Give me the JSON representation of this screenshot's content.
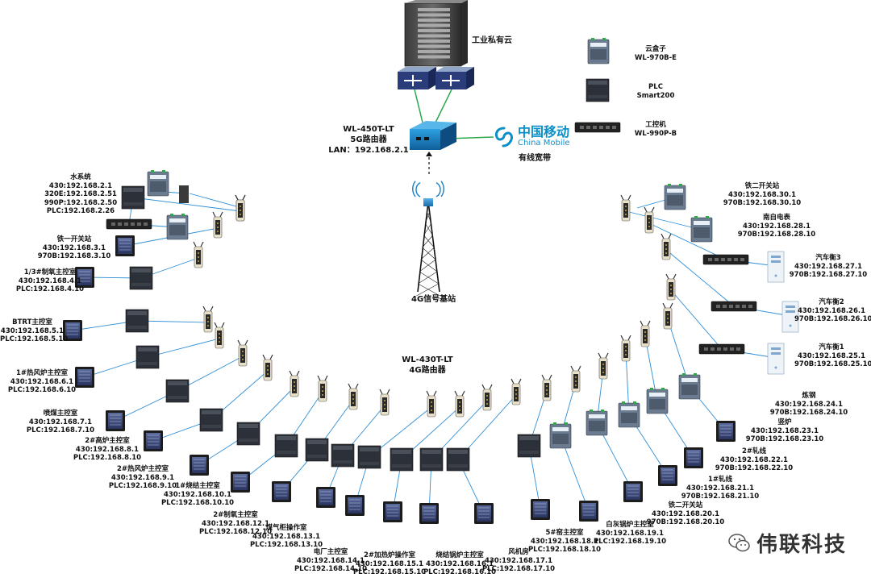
{
  "cloud": {
    "label": "工业私有云"
  },
  "router5g": {
    "lines": [
      "WL-450T-LT",
      "5G路由器",
      "LAN：192.168.2.1"
    ]
  },
  "carrier": {
    "cn": "中国移动",
    "en": "China Mobile",
    "label": "有线宽带"
  },
  "tower": {
    "label": "4G信号基站"
  },
  "router4g": {
    "lines": [
      "WL-430T-LT",
      "4G路由器"
    ]
  },
  "legend": [
    {
      "lines": [
        "云盒子",
        "WL-970B-E"
      ]
    },
    {
      "lines": [
        "PLC",
        "Smart200"
      ]
    },
    {
      "lines": [
        "工控机",
        "WL-990P-B"
      ]
    }
  ],
  "stations": [
    {
      "lines": [
        "水系统",
        "430:192.168.2.1",
        "320E:192.168.2.51",
        "990P:192.168.2.50",
        "PLC:192.168.2.26"
      ]
    },
    {
      "lines": [
        "铁一开关站",
        "430:192.168.3.1",
        "970B:192.168.3.10"
      ]
    },
    {
      "lines": [
        "1/3#制氧主控室",
        "430:192.168.4.1",
        "PLC:192.168.4.10"
      ]
    },
    {
      "lines": [
        "BTRT主控室",
        "430:192.168.5.1",
        "PLC:192.168.5.10"
      ]
    },
    {
      "lines": [
        "1#热风炉主控室",
        "430:192.168.6.1",
        "PLC:192.168.6.10"
      ]
    },
    {
      "lines": [
        "喷煤主控室",
        "430:192.168.7.1",
        "PLC:192.168.7.10"
      ]
    },
    {
      "lines": [
        "2#高炉主控室",
        "430:192.168.8.1",
        "PLC:192.168.8.10"
      ]
    },
    {
      "lines": [
        "2#热风炉主控室",
        "430:192.168.9.1",
        "PLC:192.168.9.10"
      ]
    },
    {
      "lines": [
        "1#烧结主控室",
        "430:192.168.10.1",
        "PLC:192.168.10.10"
      ]
    },
    {
      "lines": [
        "2#制氧主控室",
        "430:192.168.12.1",
        "PLC:192.168.12.10"
      ]
    },
    {
      "lines": [
        "煤气柜操作室",
        "430:192.168.13.1",
        "PLC:192.168.13.10"
      ]
    },
    {
      "lines": [
        "电厂主控室",
        "430:192.168.14.1",
        "PLC:192.168.14.10"
      ]
    },
    {
      "lines": [
        "2#加热炉操作室",
        "430:192.168.15.1",
        "PLC:192.168.15.10"
      ]
    },
    {
      "lines": [
        "烧结锅炉主控室",
        "430:192.168.16.1",
        "PLC:192.168.16.10"
      ]
    },
    {
      "lines": [
        "风机房",
        "430:192.168.17.1",
        "PLC:192.168.17.10"
      ]
    },
    {
      "lines": [
        "5#窑主控室",
        "430:192.168.18.1",
        "PLC:192.168.18.10"
      ]
    },
    {
      "lines": [
        "白灰锅炉主控室",
        "430:192.168.19.1",
        "PLC:192.168.19.10"
      ]
    },
    {
      "lines": [
        "铁二开关站",
        "430:192.168.20.1",
        "970B:192.168.20.10"
      ]
    },
    {
      "lines": [
        "1#轧线",
        "430:192.168.21.1",
        "970B:192.168.21.10"
      ]
    },
    {
      "lines": [
        "2#轧线",
        "430:192.168.22.1",
        "970B:192.168.22.10"
      ]
    },
    {
      "lines": [
        "竖炉",
        "430:192.168.23.1",
        "970B:192.168.23.10"
      ]
    },
    {
      "lines": [
        "炼钢",
        "430:192.168.24.1",
        "970B:192.168.24.10"
      ]
    },
    {
      "lines": [
        "汽车衡1",
        "430:192.168.25.1",
        "970B:192.168.25.10"
      ]
    },
    {
      "lines": [
        "汽车衡2",
        "430:192.168.26.1",
        "970B:192.168.26.10"
      ]
    },
    {
      "lines": [
        "汽车衡3",
        "430:192.168.27.1",
        "970B:192.168.27.10"
      ]
    },
    {
      "lines": [
        "南自电表",
        "430:192.168.28.1",
        "970B:192.168.28.10"
      ]
    },
    {
      "lines": [
        "铁二开关站",
        "430:192.168.30.1",
        "970B:192.168.30.10"
      ]
    }
  ],
  "watermark": {
    "text": "伟联科技"
  },
  "colors": {
    "link": "#2aa84a",
    "wire": "#2f8fd6",
    "router": "#1a7fc4",
    "carrier": "#0a8fc9"
  }
}
